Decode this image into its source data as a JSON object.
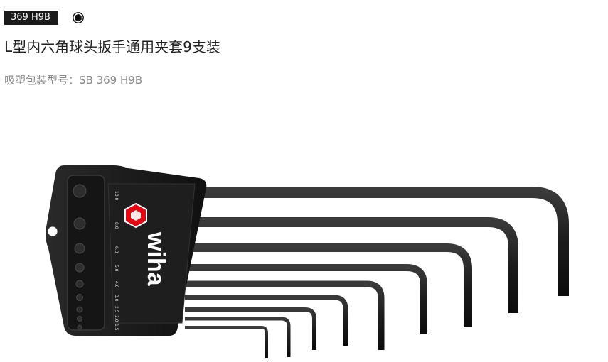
{
  "product": {
    "model_badge": "369 H9B",
    "title": "L型内六角球头扳手通用夹套9支装",
    "packaging_label": "吸塑包装型号：",
    "packaging_model": "SB 369 H9B"
  },
  "image": {
    "brand_text": "wiha",
    "size_labels": [
      "10.0",
      "8.0",
      "6.0",
      "5.0",
      "4.0",
      "3.0",
      "2.5",
      "2.0",
      "1.5"
    ]
  },
  "colors": {
    "badge_bg": "#1a1a1a",
    "tool_black": "#1b1b1b",
    "brand_red": "#e30613",
    "muted_text": "#8a8a8a"
  },
  "icons": {
    "hex_icon": "hexagon-socket-icon"
  }
}
